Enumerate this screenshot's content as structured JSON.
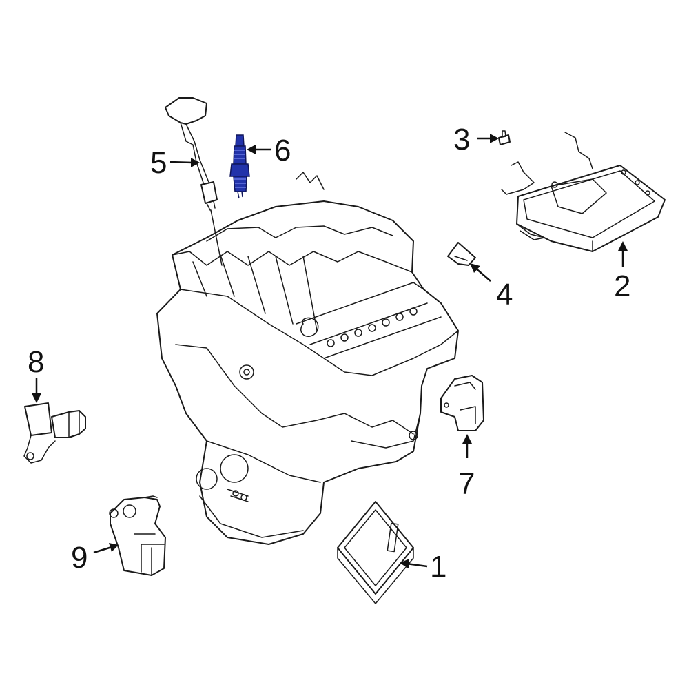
{
  "diagram": {
    "callouts": [
      "1",
      "2",
      "3",
      "4",
      "5",
      "6",
      "7",
      "8",
      "9"
    ],
    "highlight_color": "#2233aa",
    "line_color": "#1a1a1a"
  }
}
